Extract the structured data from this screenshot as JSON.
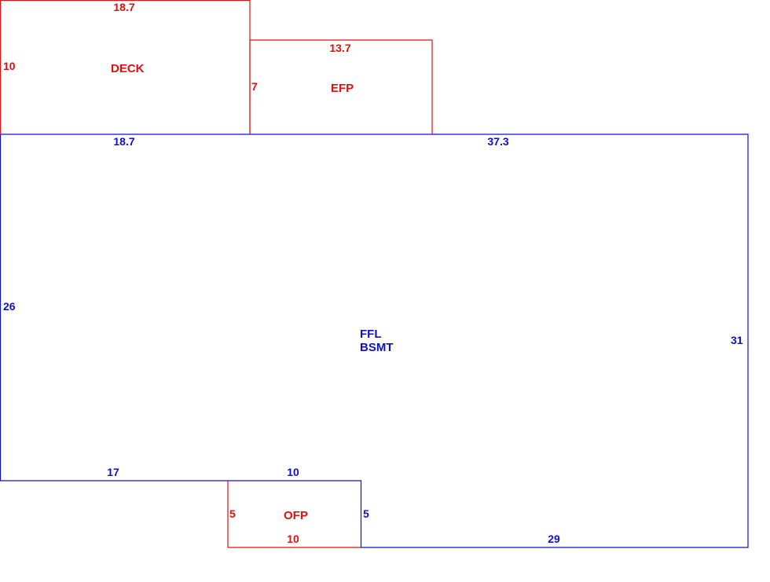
{
  "colors": {
    "main_area": "#1010c8",
    "addition": "#e01010"
  },
  "main": {
    "label_line1": "FFL",
    "label_line2": "BSMT",
    "dims": {
      "top_left": "18.7",
      "top_right": "37.3",
      "left": "26",
      "right": "31",
      "bottom_left": "17",
      "step_top": "10",
      "step_side": "5",
      "bottom_right": "29"
    }
  },
  "deck": {
    "label": "DECK",
    "dims": {
      "top": "18.7",
      "left": "10"
    }
  },
  "efp": {
    "label": "EFP",
    "dims": {
      "top": "13.7",
      "left": "7"
    }
  },
  "ofp": {
    "label": "OFP",
    "dims": {
      "left": "5",
      "bottom": "10"
    }
  }
}
